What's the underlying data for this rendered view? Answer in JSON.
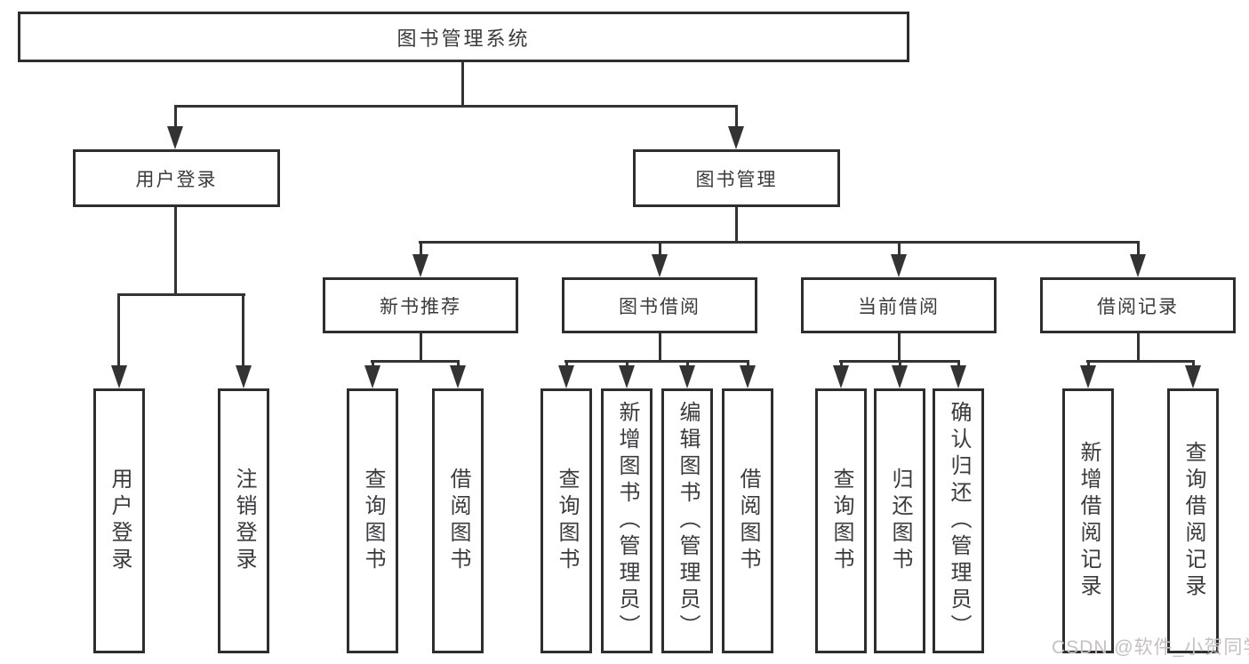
{
  "diagram_title": "图书管理系统",
  "root_label": "图书管理系统",
  "level2": [
    {
      "id": "user-login",
      "label": "用户登录"
    },
    {
      "id": "book-management",
      "label": "图书管理"
    }
  ],
  "level3": [
    {
      "id": "new-book-recommend",
      "label": "新书推荐",
      "parent": "图书管理"
    },
    {
      "id": "book-borrow",
      "label": "图书借阅",
      "parent": "图书管理"
    },
    {
      "id": "current-borrow",
      "label": "当前借阅",
      "parent": "图书管理"
    },
    {
      "id": "borrow-records",
      "label": "借阅记录",
      "parent": "图书管理"
    }
  ],
  "leaf_groups": [
    {
      "parent": "用户登录",
      "items": [
        {
          "label": "用户登录"
        },
        {
          "label": "注销登录"
        }
      ]
    },
    {
      "parent": "新书推荐",
      "items": [
        {
          "label": "查询图书"
        },
        {
          "label": "借阅图书"
        }
      ]
    },
    {
      "parent": "图书借阅",
      "items": [
        {
          "label": "查询图书"
        },
        {
          "label": "新增图书（管理员）"
        },
        {
          "label": "编辑图书（管理员）"
        },
        {
          "label": "借阅图书"
        }
      ]
    },
    {
      "parent": "当前借阅",
      "items": [
        {
          "label": "查询图书"
        },
        {
          "label": "归还图书"
        },
        {
          "label": "确认归还（管理员）"
        }
      ]
    },
    {
      "parent": "借阅记录",
      "items": [
        {
          "label": "新增借阅记录"
        },
        {
          "label": "查询借阅记录"
        }
      ]
    }
  ],
  "watermark": "CSDN @软件_小贺同学",
  "colors": {
    "line": "#333333",
    "box_border": "#2e2e2e",
    "text": "#3b3b3f",
    "watermark": "#c7c0c0",
    "background": "#ffffff"
  }
}
